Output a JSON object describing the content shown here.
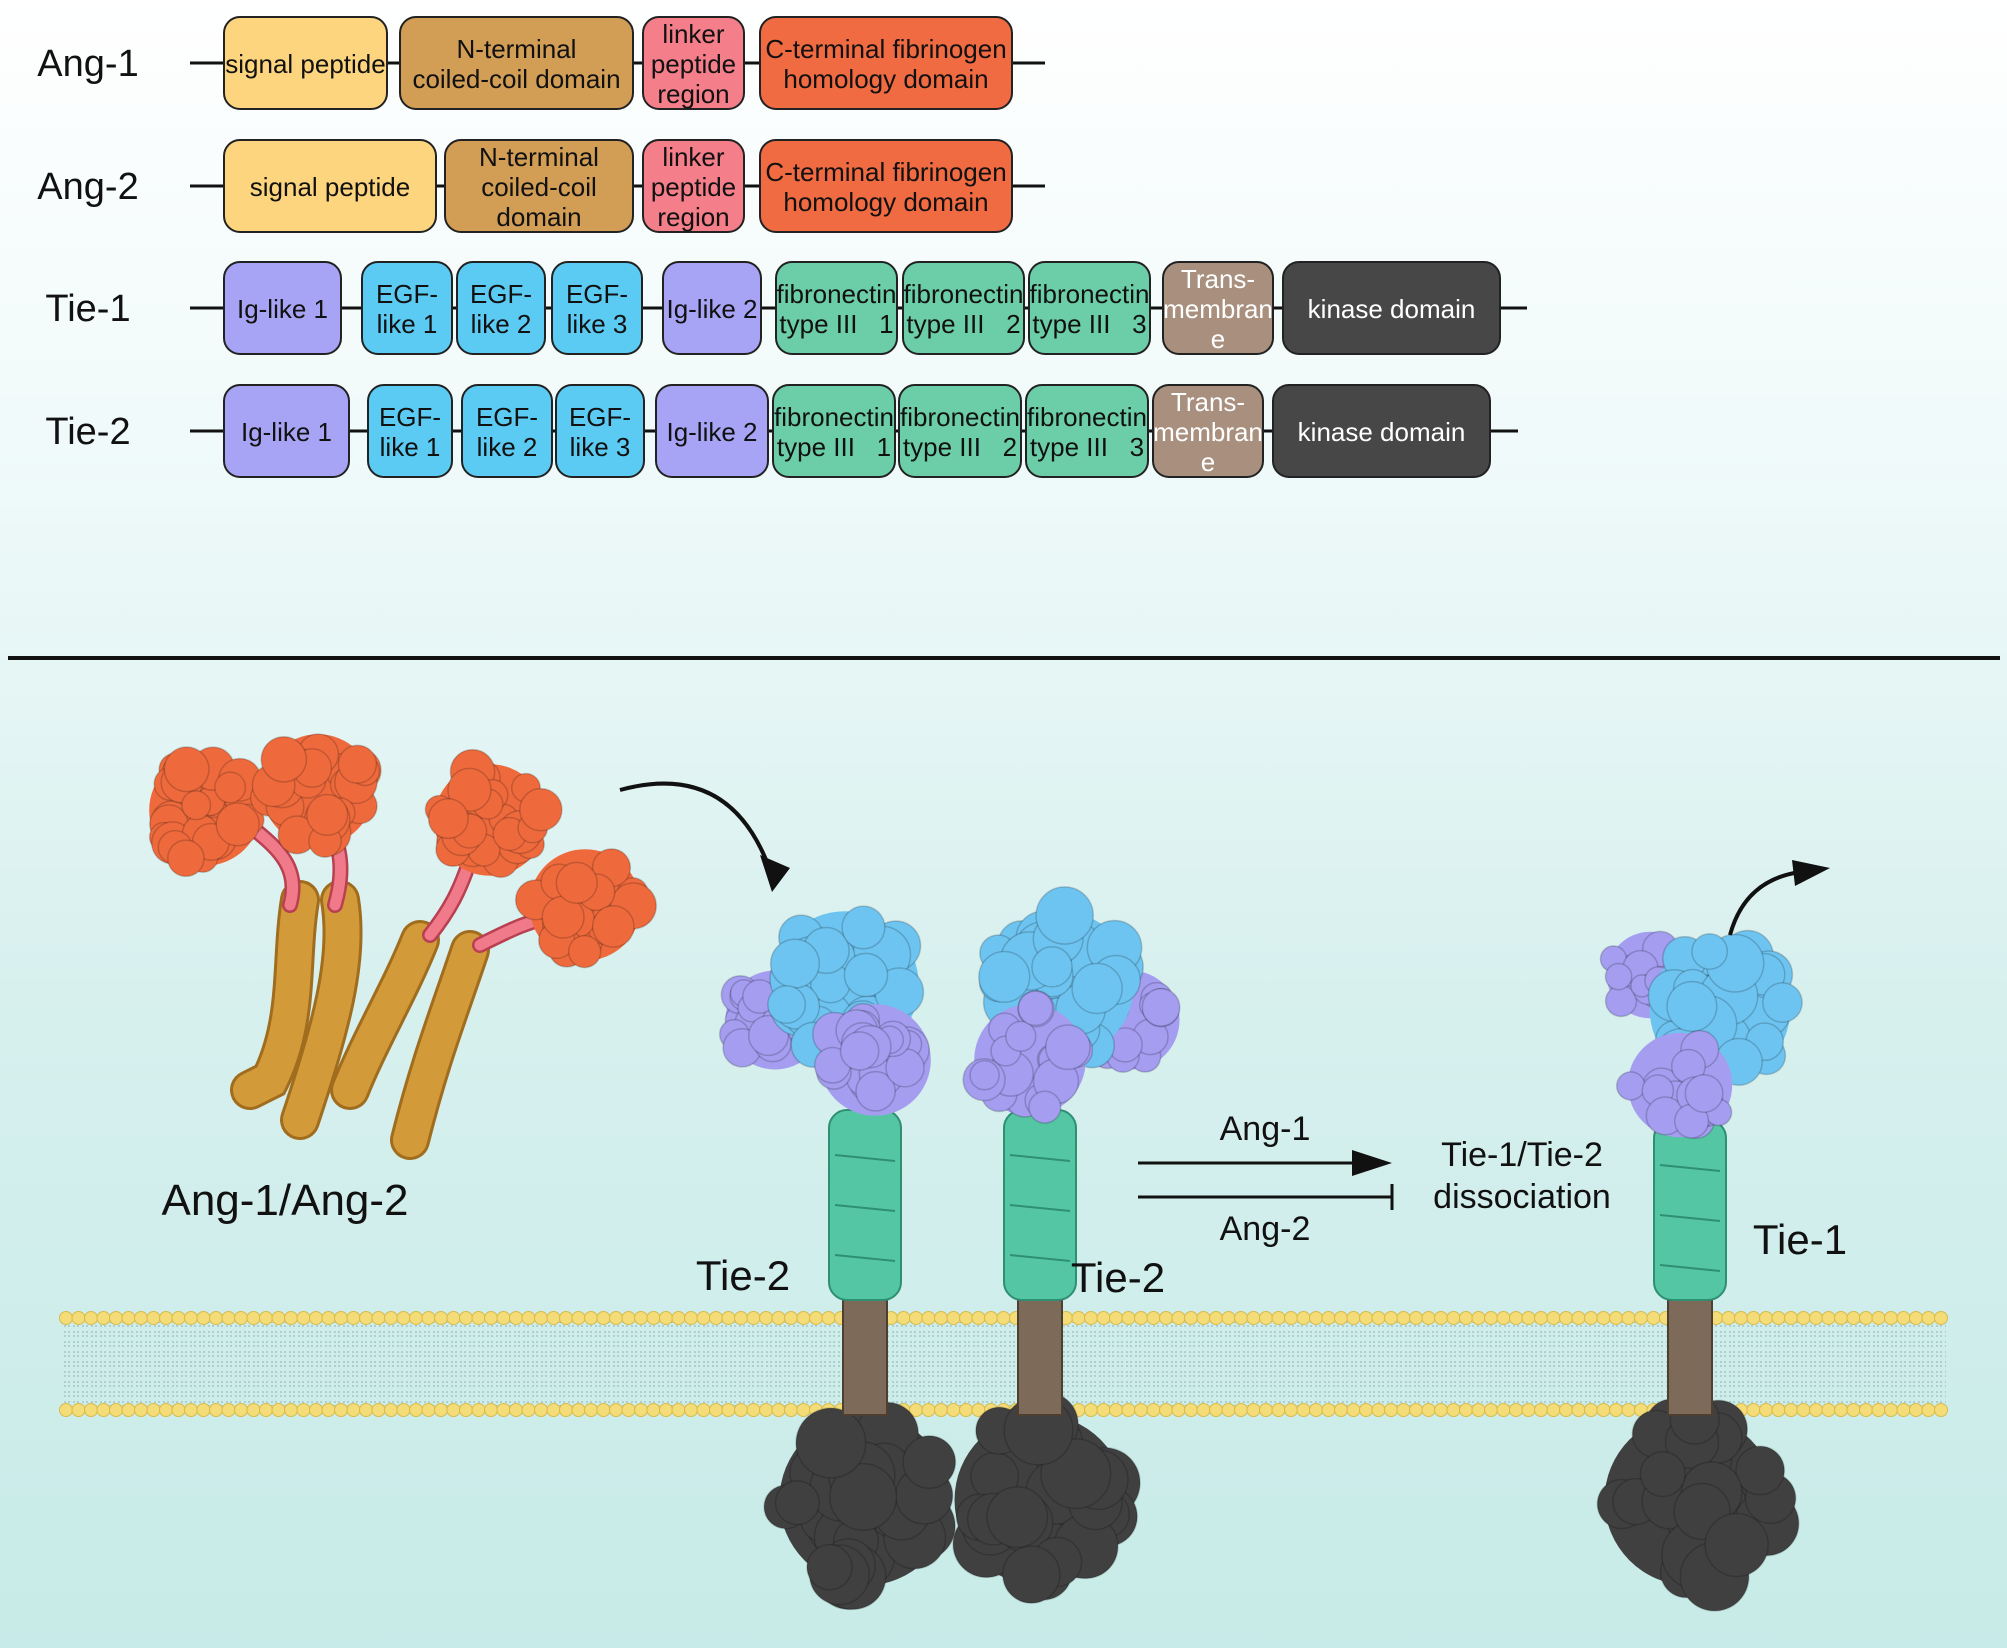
{
  "colors": {
    "signal": "#fdd57e",
    "coiled": "#d29d55",
    "linker": "#f47e8a",
    "cterm": "#f06a42",
    "ig": "#a7a4f5",
    "egf": "#5ccbf4",
    "fn": "#6ccea9",
    "tm": "#a88f7e",
    "kinase": "#474747",
    "ang_head": "#ee6a3c",
    "ang_stalk": "#d39a3a",
    "ang_linker": "#f07a8a",
    "tie_blue": "#6ec4f1",
    "tie_purple": "#a49df0",
    "tie_green": "#55c6a3",
    "tie_tm": "#7e6a58",
    "tie_kinase": "#404040",
    "membrane_head": "#f4dc78"
  },
  "domain_rows": [
    {
      "name": "Ang-1",
      "domains": [
        {
          "type": "signal",
          "lines": [
            "signal peptide"
          ]
        },
        {
          "type": "coiled",
          "lines": [
            "N-terminal",
            "coiled-coil domain"
          ]
        },
        {
          "type": "linker",
          "lines": [
            "linker",
            "peptide",
            "region"
          ]
        },
        {
          "type": "cterm",
          "lines": [
            "C-terminal fibrinogen",
            "homology domain"
          ]
        }
      ]
    },
    {
      "name": "Ang-2",
      "domains": [
        {
          "type": "signal",
          "lines": [
            "signal peptide"
          ]
        },
        {
          "type": "coiled",
          "lines": [
            "N-terminal",
            "coiled-coil",
            "domain"
          ]
        },
        {
          "type": "linker",
          "lines": [
            "linker",
            "peptide",
            "region"
          ]
        },
        {
          "type": "cterm",
          "lines": [
            "C-terminal fibrinogen",
            "homology domain"
          ]
        }
      ]
    },
    {
      "name": "Tie-1",
      "domains": [
        {
          "type": "ig",
          "lines": [
            "Ig-like 1"
          ]
        },
        {
          "type": "egf",
          "lines": [
            "EGF-",
            "like 1"
          ]
        },
        {
          "type": "egf",
          "lines": [
            "EGF-",
            "like 2"
          ]
        },
        {
          "type": "egf",
          "lines": [
            "EGF-",
            "like 3"
          ]
        },
        {
          "type": "ig",
          "lines": [
            "Ig-like 2"
          ]
        },
        {
          "type": "fn",
          "lines": [
            "fibronectin",
            "type III   1"
          ]
        },
        {
          "type": "fn",
          "lines": [
            "fibronectin",
            "type III   2"
          ]
        },
        {
          "type": "fn",
          "lines": [
            "fibronectin",
            "type III   3"
          ]
        },
        {
          "type": "tm",
          "lines": [
            "Trans-",
            "membran",
            "e"
          ]
        },
        {
          "type": "kinase",
          "lines": [
            "kinase domain"
          ]
        }
      ]
    },
    {
      "name": "Tie-2",
      "domains": [
        {
          "type": "ig",
          "lines": [
            "Ig-like 1"
          ]
        },
        {
          "type": "egf",
          "lines": [
            "EGF-",
            "like 1"
          ]
        },
        {
          "type": "egf",
          "lines": [
            "EGF-",
            "like 2"
          ]
        },
        {
          "type": "egf",
          "lines": [
            "EGF-",
            "like 3"
          ]
        },
        {
          "type": "ig",
          "lines": [
            "Ig-like 2"
          ]
        },
        {
          "type": "fn",
          "lines": [
            "fibronectin",
            "type III   1"
          ]
        },
        {
          "type": "fn",
          "lines": [
            "fibronectin",
            "type III   2"
          ]
        },
        {
          "type": "fn",
          "lines": [
            "fibronectin",
            "type III   3"
          ]
        },
        {
          "type": "tm",
          "lines": [
            "Trans-",
            "membran",
            "e"
          ]
        },
        {
          "type": "kinase",
          "lines": [
            "kinase domain"
          ]
        }
      ]
    }
  ],
  "labels": {
    "ang_complex": "Ang-1/Ang-2",
    "tie2_left": "Tie-2",
    "tie2_right": "Tie-2",
    "tie1": "Tie-1",
    "activation": "Ang-1",
    "inhibition": "Ang-2",
    "outcome_line1": "Tie-1/Tie-2",
    "outcome_line2": "dissociation"
  }
}
